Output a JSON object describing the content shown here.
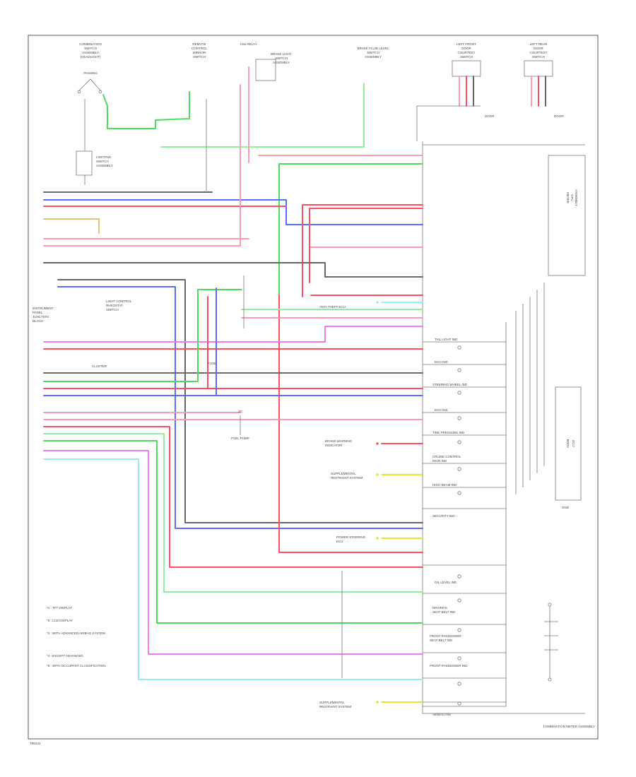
{
  "colors": {
    "pink": "#ff9ab0",
    "red": "#ff4d5e",
    "green": "#4ddc5a",
    "light_green": "#8ff09a",
    "blue": "#5a6bff",
    "magenta": "#f07cf0",
    "cyan": "#8ff0f0",
    "gray": "#666666",
    "yellow": "#e6e62e"
  },
  "header": {
    "comp1": [
      "COMBINATION",
      "SWITCH",
      "ASSEMBLY",
      "(HEADLIGHT)"
    ],
    "comp2": [
      "REMOTE",
      "CONTROL",
      "MIRROR",
      "SWITCH"
    ],
    "comp3": [
      "IGN RELAY"
    ],
    "comp4": [
      "BRAKE LIGHT",
      "SWITCH",
      "ASSEMBLY"
    ],
    "comp5": [
      "BRAKE FLUID LEVEL",
      "SWITCH",
      "ASSEMBLY"
    ],
    "comp6": [
      "LEFT FRONT",
      "DOOR",
      "COURTESY",
      "SWITCH"
    ],
    "comp7": [
      "LEFT REAR",
      "DOOR",
      "COURTESY",
      "SWITCH"
    ]
  },
  "left": {
    "passing": "PASSING",
    "junction_block": [
      "INSTRUMENT",
      "PANEL",
      "JUNCTION",
      "BLOCK"
    ],
    "cluster_ref": "CLUSTER",
    "lighting_switch": [
      "LIGHTING",
      "SWITCH",
      "ASSEMBLY"
    ],
    "mode_switch": [
      "LIGHT CONTROL",
      "RHEOSTAT",
      "SWITCH"
    ]
  },
  "center": {
    "fuel_pump": "FUEL PUMP",
    "fuse": "FUSE",
    "joint": "J/C"
  },
  "indicators": {
    "tail": "TAIL LIGHT IND",
    "eco": "ECO IND",
    "steering": "STEERING WHEEL IND",
    "eco2": "ECO IND",
    "tire": "TIRE PRESSURE IND",
    "cruise": [
      "CRUISE CONTROL",
      "MAIN IND"
    ],
    "high_beam": "HIGH BEAM IND",
    "security": "SECURITY IND",
    "oil": "OIL LEVEL IND",
    "seatbelt": [
      "DRIVER'S",
      "SEAT BELT IND"
    ],
    "passenger_seatbelt": [
      "FRONT PASSENGER",
      "SEAT BELT IND"
    ],
    "passenger_airbag": "FRONT PASSENGER IND",
    "airbag": "AIRBAG IND"
  },
  "signals": {
    "brake_warning": [
      "BRAKE WARNING",
      "INDICATOR"
    ],
    "supplemental1": [
      "SUPPLEMENTAL",
      "RESTRAINT SYSTEM"
    ],
    "supplemental2": [
      "SUPPLEMENTAL",
      "RESTRAINT SYSTEM"
    ],
    "power_assist": [
      "POWER STEERING",
      "ECU"
    ],
    "anti_theft": "ANTI-THEFT ECU"
  },
  "right": {
    "meter_cpu": [
      "METER",
      "CPU",
      "ASSEMBLY"
    ],
    "body_ecu": [
      "BODY",
      "ECU"
    ],
    "combination_meter": "COMBINATION METER ASSEMBLY",
    "ground_label": "GND"
  },
  "legend": [
    "*1 : TFT DISPLAY",
    "*2 : LCD DISPLAY",
    "*3 : WITH ADVANCED AIRBAG SYSTEM",
    "*4 : EXCEPT ADVANCED",
    "*5 : WITH OCCUPANT CLASSIFICATION"
  ],
  "footer_code": "T95234"
}
